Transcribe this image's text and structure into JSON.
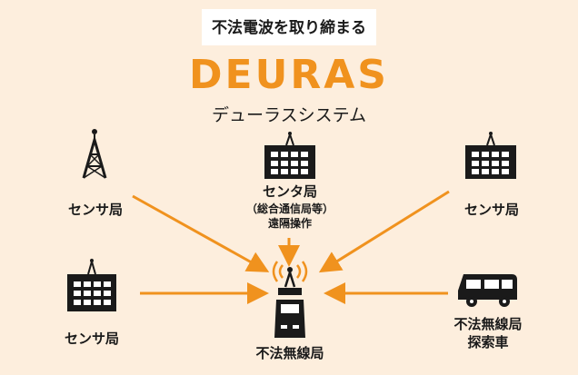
{
  "colors": {
    "background": "#fdeedd",
    "accent": "#f0921e",
    "ink": "#1a1a1a",
    "white": "#ffffff"
  },
  "header": {
    "tagline": "不法電波を取り締まる",
    "logo": "DEURAS",
    "subtitle": "デューラスシステム"
  },
  "nodes": {
    "sensor_top_left": {
      "icon": "radio-tower-icon",
      "label": "センサ局"
    },
    "center": {
      "icon": "building-antenna-icon",
      "label": "センタ局",
      "sub1": "（総合通信局等）",
      "sub2": "遠隔操作"
    },
    "sensor_top_right": {
      "icon": "building-antenna-icon",
      "label": "センサ局"
    },
    "sensor_bottom_left": {
      "icon": "building-antenna-icon",
      "label": "センサ局"
    },
    "illegal_station": {
      "icon": "signal-vehicle-icon",
      "label": "不法無線局"
    },
    "search_vehicle": {
      "icon": "van-icon",
      "label1": "不法無線局",
      "label2": "探索車"
    }
  }
}
